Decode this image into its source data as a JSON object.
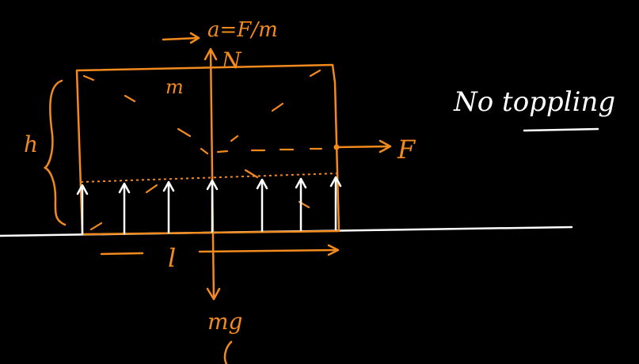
{
  "labels": {
    "acceleration": "a=F/m",
    "normal_force": "N",
    "mass": "m",
    "height": "h",
    "length": "l",
    "applied_force": "F",
    "weight": "mg",
    "note": "No toppling"
  },
  "colors": {
    "background": "#000000",
    "diagram": "#f28a1e",
    "chalk": "#ffffff"
  }
}
